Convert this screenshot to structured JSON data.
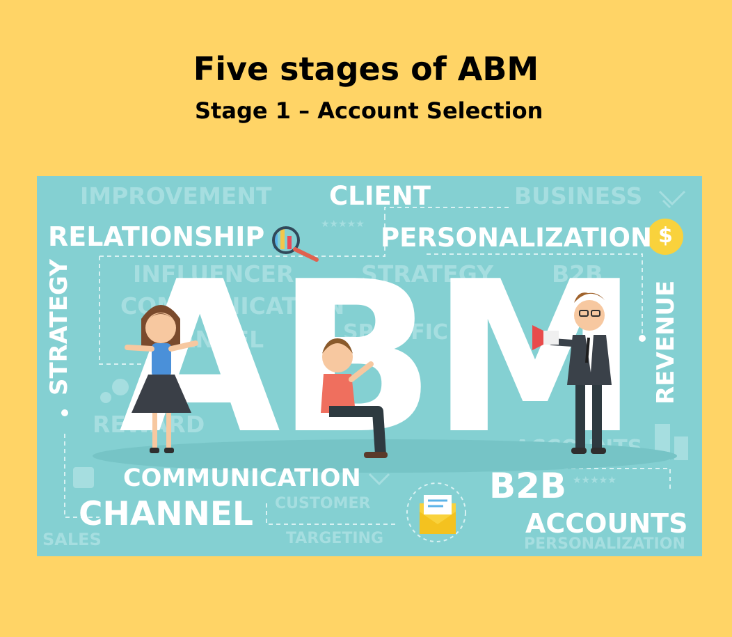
{
  "header": {
    "title": "Five stages of ABM",
    "subtitle": "Stage 1 – Account Selection"
  },
  "illustration": {
    "headline": "ABM",
    "words": {
      "improvement": "IMPROVEMENT",
      "client": "CLIENT",
      "business": "BUSINESS",
      "relationship": "RELATIONSHIP",
      "personalization": "PERSONALIZATION",
      "influencer": "INFLUENCER",
      "strategy_top": "STRATEGY",
      "b2b_faint": "B2B",
      "communication_faint": "COMMUNICATION",
      "channel_faint": "CHANNEL",
      "specific": "SPECIFIC",
      "strategy_side": "STRATEGY",
      "revenue": "REVENUE",
      "reward": "REWARD",
      "accounts_faint": "ACCOUNTS",
      "communication": "COMMUNICATION",
      "b2b": "B2B",
      "channel": "CHANNEL",
      "customer": "CUSTOMER",
      "accounts": "ACCOUNTS",
      "sales": "SALES",
      "targeting": "TARGETING",
      "personalization_bottom": "PERSONALIZATION",
      "dollar": "$"
    }
  }
}
